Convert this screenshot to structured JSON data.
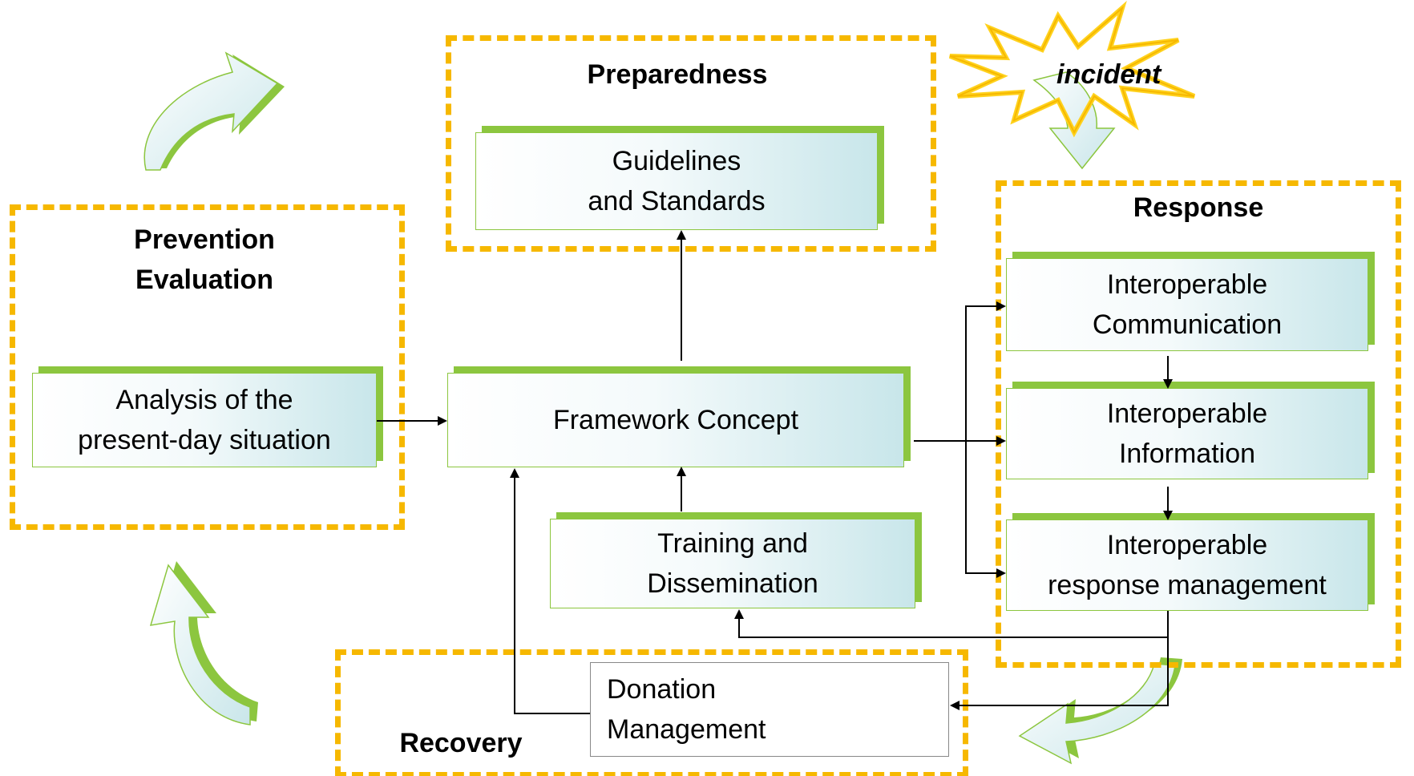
{
  "regions": {
    "preparedness": "Preparedness",
    "prevention_line1": "Prevention",
    "prevention_line2": "Evaluation",
    "response": "Response",
    "recovery": "Recovery"
  },
  "incident_label": "incident",
  "boxes": {
    "guidelines": "Guidelines\nand Standards",
    "analysis": "Analysis of the\npresent-day situation",
    "framework": "Framework Concept",
    "training": "Training and\nDissemination",
    "int_communication": "Interoperable\nCommunication",
    "int_information": "Interoperable\nInformation",
    "int_response": "Interoperable\nresponse management",
    "donation": "Donation\nManagement"
  },
  "colors": {
    "dash_border": "#f6b800",
    "box_green": "#8cc63f",
    "box_gradient_end": "#c8e6ea",
    "starburst": "#ffd21e"
  }
}
